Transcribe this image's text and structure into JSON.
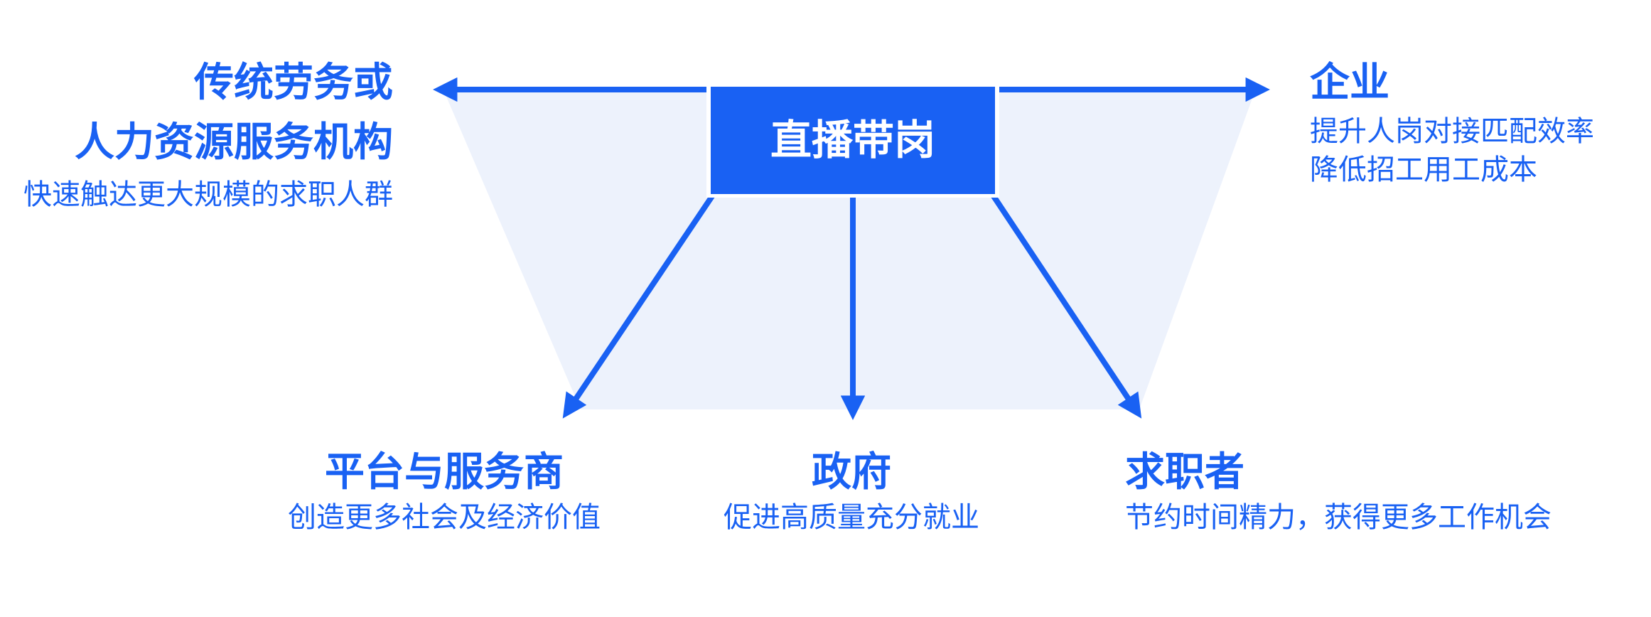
{
  "diagram": {
    "center": {
      "label": "直播带岗"
    },
    "nodes": [
      {
        "id": "traditional-hr-agencies",
        "position": "top-left",
        "title_lines": [
          "传统劳务或",
          "人力资源服务机构"
        ],
        "description": "快速触达更大规模的求职人群"
      },
      {
        "id": "enterprises",
        "position": "top-right",
        "title": "企业",
        "description_lines": [
          "提升人岗对接匹配效率",
          "降低招工用工成本"
        ]
      },
      {
        "id": "platforms-providers",
        "position": "bottom-left",
        "title": "平台与服务商",
        "description": "创造更多社会及经济价值"
      },
      {
        "id": "government",
        "position": "bottom-center",
        "title": "政府",
        "description": "促进高质量充分就业"
      },
      {
        "id": "job-seekers",
        "position": "bottom-right",
        "title": "求职者",
        "description": "节约时间精力，获得更多工作机会"
      }
    ],
    "edges": [
      {
        "from": "直播带岗",
        "to": "传统劳务或人力资源服务机构",
        "direction": "left"
      },
      {
        "from": "直播带岗",
        "to": "企业",
        "direction": "right"
      },
      {
        "from": "直播带岗",
        "to": "平台与服务商",
        "direction": "down-left"
      },
      {
        "from": "直播带岗",
        "to": "政府",
        "direction": "down"
      },
      {
        "from": "直播带岗",
        "to": "求职者",
        "direction": "down-right"
      }
    ],
    "colors": {
      "primary_blue": "#1961F3",
      "trapezoid_fill": "#EDF2FC",
      "center_label_text": "#FFFFFF",
      "background": "#FFFFFF"
    }
  }
}
